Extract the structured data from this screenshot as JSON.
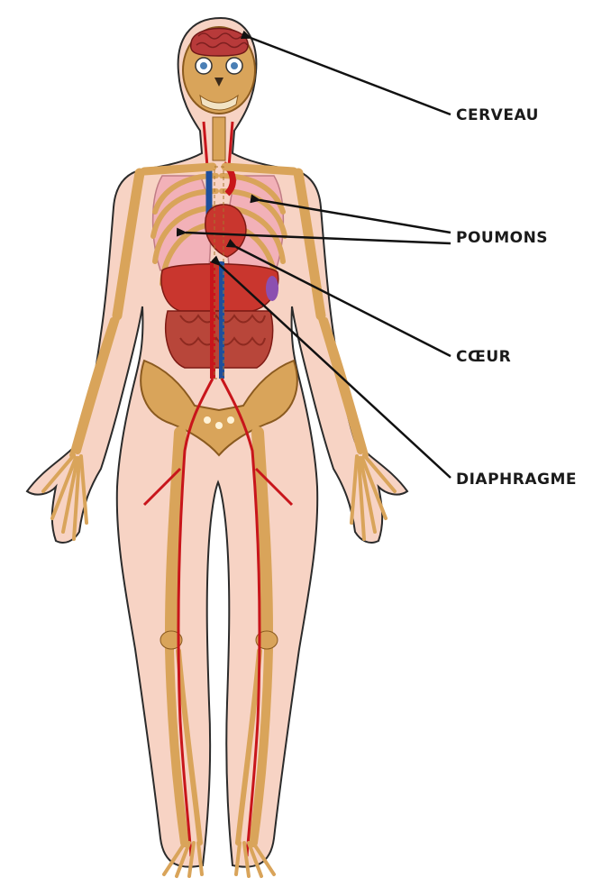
{
  "labels": {
    "brain": "CERVEAU",
    "lungs": "POUMONS",
    "heart": "CŒUR",
    "diaphragm": "DIAPHRAGME"
  },
  "colors": {
    "label_text": "#1a1a1a",
    "arrow": "#111111",
    "skin": "#f7d3c4",
    "skin_outline": "#2b2b2b",
    "bone": "#d9a45a",
    "bone_dark": "#a8742f",
    "artery": "#c8151b",
    "vein": "#1e4f9c",
    "lung": "#f2b1b8",
    "organ": "#c9362e",
    "brain": "#b83a3a"
  },
  "icons": {
    "figure": "female-anatomy-illustration"
  }
}
